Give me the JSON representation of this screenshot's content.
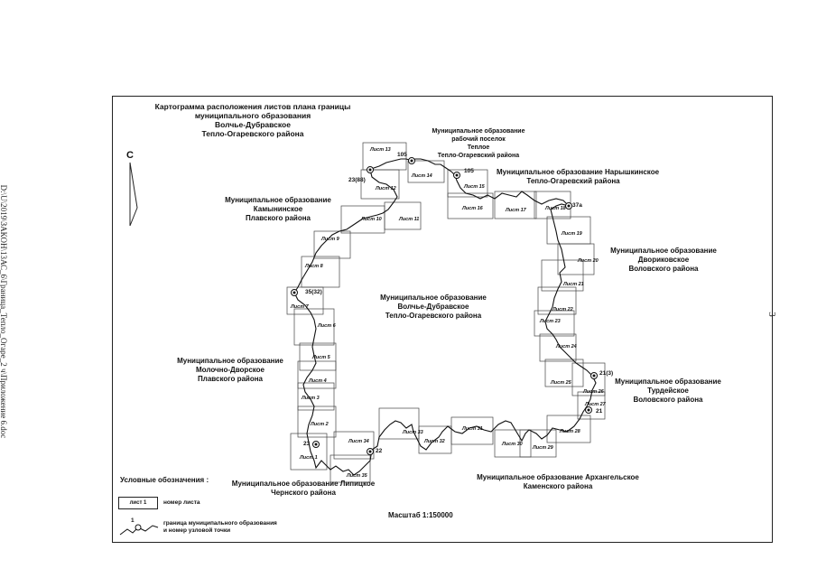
{
  "side_text": "D:\\U\\2019\\ЗАКОН\\13АС_6\\Граница_Тепло_Огаре_2 ч\\Приложение 6.doc",
  "page_number": "3",
  "title_lines": [
    "Картограмма расположения листов  плана границы",
    "муниципального образования",
    "Волчье-Дубравское",
    "Тепло-Огаревского района"
  ],
  "north_label": "С",
  "regions": {
    "teploe": [
      "Муниципальное образование",
      "рабочий поселок",
      "Теплое",
      "Тепло-Огаревский района"
    ],
    "naryshkinskoe": [
      "Муниципальное образование Нарышкинское",
      "Тепло-Огаревский района"
    ],
    "kamyninskoe": [
      "Муниципальное образование",
      "Камынинское",
      "Плавского района"
    ],
    "dvorikovskoe": [
      "Муниципальное образование",
      "Двориковское",
      "Воловского района"
    ],
    "center": [
      "Муниципальное образование",
      "Волчье-Дубравское",
      "Тепло-Огаревского района"
    ],
    "molochno": [
      "Муниципальное образование",
      "Молочно-Дворское",
      "Плавского района"
    ],
    "turdeyskoe": [
      "Муниципальное образование",
      "Турдейское",
      "Воловского района"
    ],
    "lipitskoe": [
      "Муниципальное образование Липицкое",
      "Чернского района"
    ],
    "arkhangelskoe": [
      "Муниципальное образование Архангельское",
      "Каменского района"
    ]
  },
  "sheets": [
    {
      "label": "Лист 1"
    },
    {
      "label": "Лист 2"
    },
    {
      "label": "Лист 3"
    },
    {
      "label": "Лист 4"
    },
    {
      "label": "Лист 5"
    },
    {
      "label": "Лист 6"
    },
    {
      "label": "Лист 7"
    },
    {
      "label": "Лист 8"
    },
    {
      "label": "Лист 9"
    },
    {
      "label": "Лист 10"
    },
    {
      "label": "Лист 11"
    },
    {
      "label": "Лист 12"
    },
    {
      "label": "Лист 13"
    },
    {
      "label": "Лист 14"
    },
    {
      "label": "Лист 15"
    },
    {
      "label": "Лист 16"
    },
    {
      "label": "Лист 17"
    },
    {
      "label": "Лист 18"
    },
    {
      "label": "Лист 19"
    },
    {
      "label": "Лист 20"
    },
    {
      "label": "Лист 21"
    },
    {
      "label": "Лист 22"
    },
    {
      "label": "Лист 23"
    },
    {
      "label": "Лист 24"
    },
    {
      "label": "Лист 25"
    },
    {
      "label": "Лист 26"
    },
    {
      "label": "Лист 27"
    },
    {
      "label": "Лист 28"
    },
    {
      "label": "Лист 29"
    },
    {
      "label": "Лист 30"
    },
    {
      "label": "Лист 31"
    },
    {
      "label": "Лист 32"
    },
    {
      "label": "Лист 33"
    },
    {
      "label": "Лист 34"
    },
    {
      "label": "Лист 35"
    }
  ],
  "points": [
    {
      "label": "105"
    },
    {
      "label": "23(88)"
    },
    {
      "label": "105"
    },
    {
      "label": "37а"
    },
    {
      "label": "35(32)"
    },
    {
      "label": "21(3)"
    },
    {
      "label": "21"
    },
    {
      "label": "23"
    },
    {
      "label": "22"
    }
  ],
  "legend": {
    "title": "Условные обозначения :",
    "sheet_sample": "лист 1",
    "sheet_desc": "номер листа",
    "boundary_sample": "1",
    "boundary_desc": [
      "граница муниципального образования",
      "и номер узловой точки"
    ]
  },
  "scale": "Масштаб 1:150000"
}
